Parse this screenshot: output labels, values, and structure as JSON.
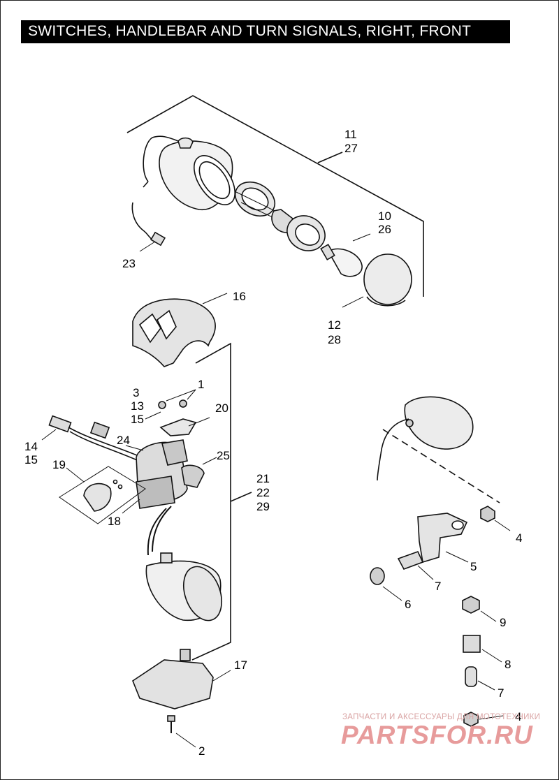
{
  "title": "SWITCHES, HANDLEBAR AND TURN SIGNALS, RIGHT, FRONT",
  "callouts": {
    "c1": "1",
    "c2": "2",
    "c3": "3",
    "c4a": "4",
    "c4b": "4",
    "c5": "5",
    "c6": "6",
    "c7a": "7",
    "c7b": "7",
    "c8": "8",
    "c9": "9",
    "c10": "10",
    "c11": "11",
    "c12": "12",
    "c13": "13",
    "c14": "14",
    "c15a": "15",
    "c15b": "15",
    "c16": "16",
    "c17": "17",
    "c18": "18",
    "c19": "19",
    "c20": "20",
    "c21": "21",
    "c22": "22",
    "c23": "23",
    "c24": "24",
    "c25": "25",
    "c26": "26",
    "c27": "27",
    "c28": "28",
    "c29": "29"
  },
  "watermark": {
    "tagline": "ЗАПЧАСТИ И АКСЕССУАРЫ ДЛЯ МОТОТЕХНИКИ",
    "logo": "PARTSFOR.RU"
  }
}
